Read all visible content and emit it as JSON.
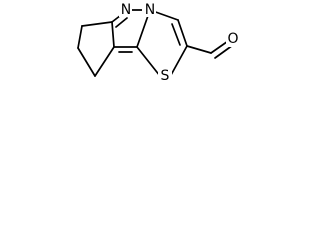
{
  "structure": {
    "atoms": {
      "imine_n": "N",
      "bridge_n": "N",
      "sulfur": "S",
      "carbonyl_o": "O"
    },
    "colors": {
      "ink": "#000000",
      "background": "#ffffff"
    }
  }
}
